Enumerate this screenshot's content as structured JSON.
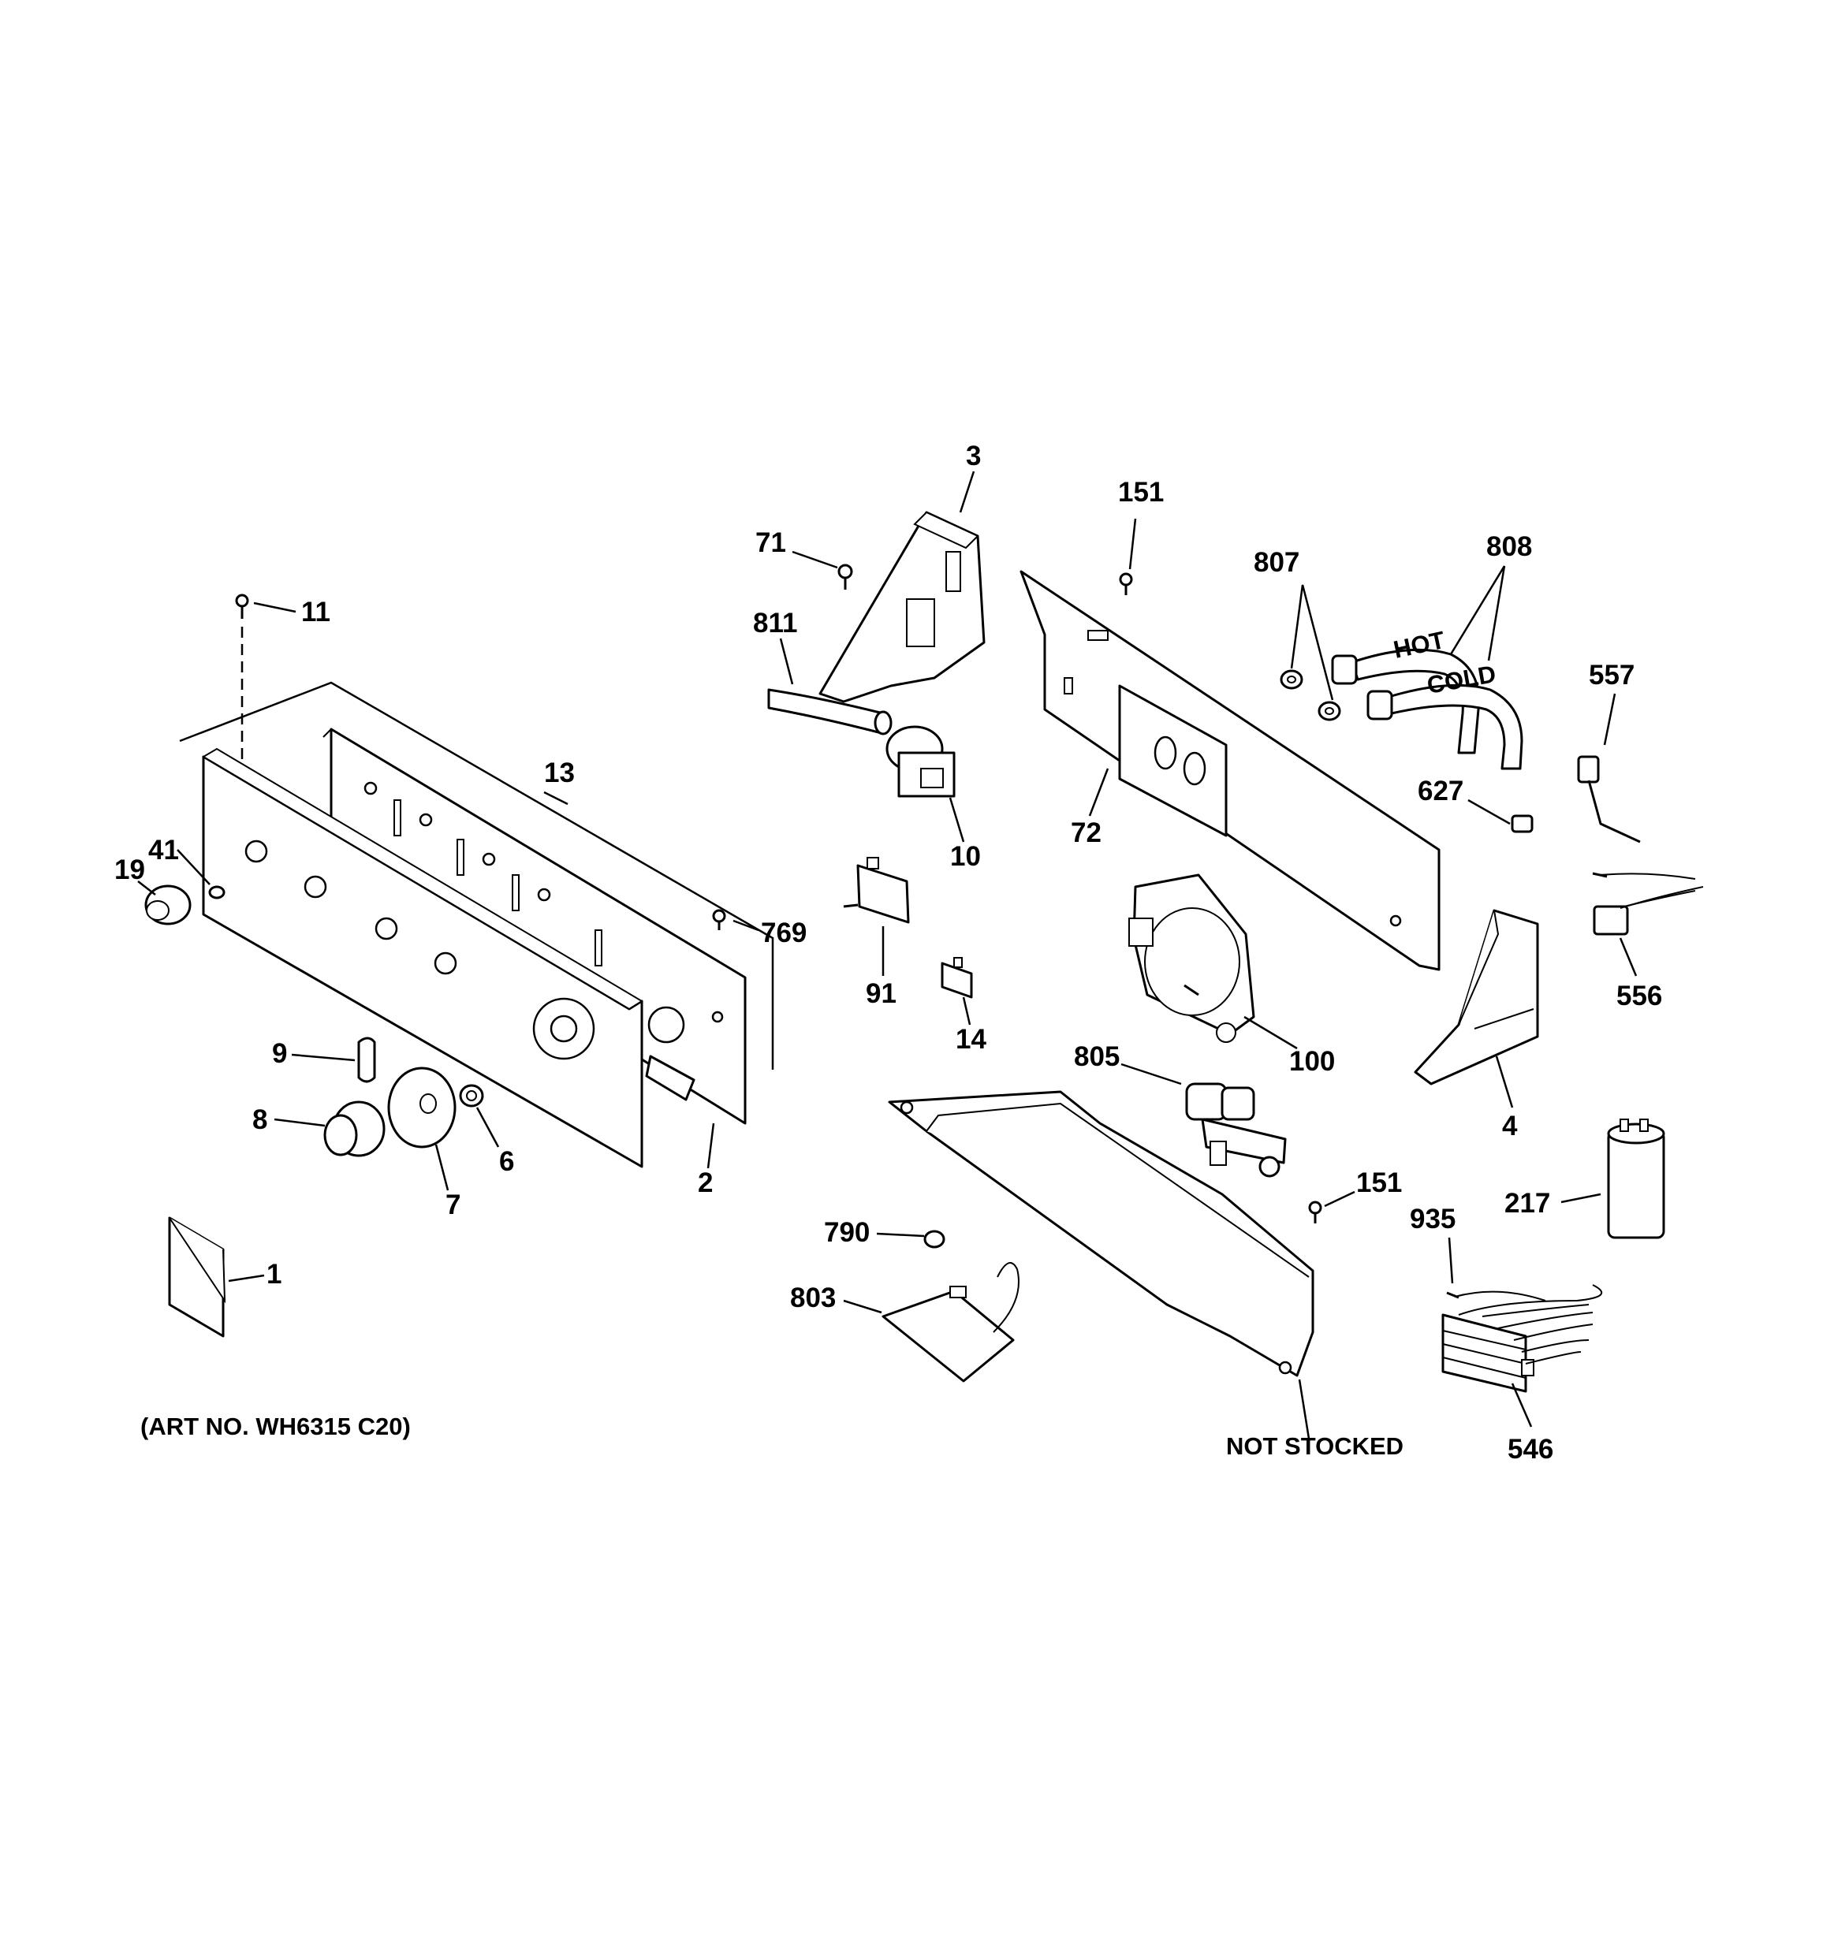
{
  "art_number": "(ART NO. WH6315 C20)",
  "not_stocked_label": "NOT STOCKED",
  "callouts": {
    "p1": "1",
    "p2": "2",
    "p3": "3",
    "p4": "4",
    "p6": "6",
    "p7": "7",
    "p8": "8",
    "p9": "9",
    "p10": "10",
    "p11": "11",
    "p13": "13",
    "p14": "14",
    "p19": "19",
    "p41": "41",
    "p71": "71",
    "p72": "72",
    "p91": "91",
    "p100": "100",
    "p151a": "151",
    "p151b": "151",
    "p217": "217",
    "p546": "546",
    "p556": "556",
    "p557": "557",
    "p627": "627",
    "p769": "769",
    "p790": "790",
    "p803": "803",
    "p805": "805",
    "p807": "807",
    "p808": "808",
    "p811": "811",
    "p935": "935"
  },
  "hose_labels": {
    "hot": "HOT",
    "cold": "COLD"
  }
}
